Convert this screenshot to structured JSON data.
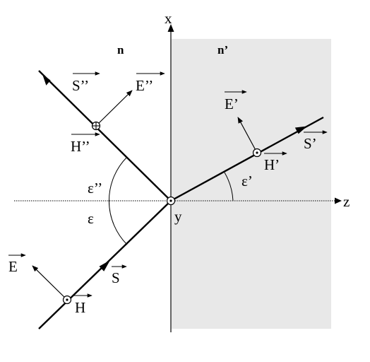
{
  "axes": {
    "x": "x",
    "y": "y",
    "z": "z"
  },
  "media": {
    "left_index": "n",
    "right_index": "n’"
  },
  "incident": {
    "S": "S",
    "E": "E",
    "H": "H",
    "angle": "ε"
  },
  "reflected": {
    "S": "S’’",
    "E": "E’’",
    "H": "H’’",
    "angle": "ε’’"
  },
  "refracted": {
    "S": "S’",
    "E": "E’",
    "H": "H’",
    "angle": "ε’"
  },
  "colors": {
    "medium_fill": "#e8e8e8",
    "line": "#000000"
  }
}
